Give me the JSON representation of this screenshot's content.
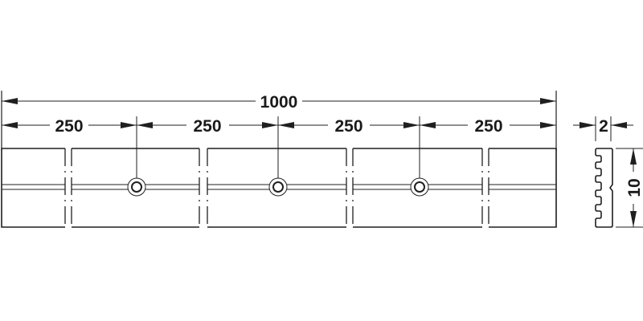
{
  "drawing": {
    "title": "Rail profile dimension drawing",
    "stroke_color": "#1f1f1f",
    "background": "#ffffff"
  },
  "dimensions": {
    "overall_length": "1000",
    "segments": [
      "250",
      "250",
      "250",
      "250"
    ],
    "profile_width": "2",
    "profile_height": "10"
  },
  "features": {
    "mounting_holes": 3,
    "break_lines": 4
  }
}
